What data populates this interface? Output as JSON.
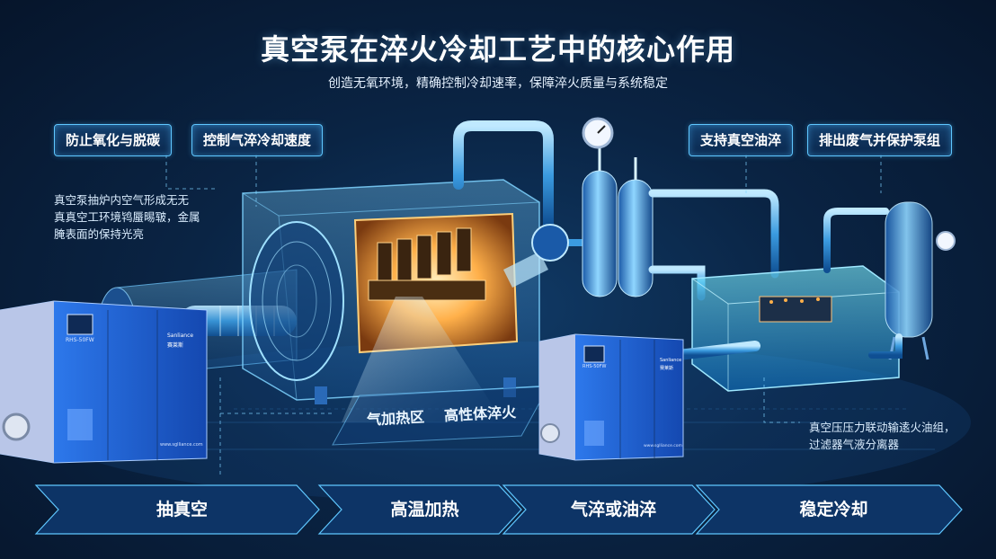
{
  "header": {
    "title": "真空泵在淬火冷却工艺中的核心作用",
    "subtitle": "创造无氧环境，精确控制冷却速率，保障淬火质量与系统稳定"
  },
  "tags": {
    "oxidation": "防止氧化与脱碳",
    "gas_speed": "控制气淬冷却速度",
    "oil_quench": "支持真空油淬",
    "exhaust": "排出废气并保护泵组"
  },
  "descriptions": {
    "left": [
      "真空泵抽炉内空气形成无无",
      "真真空工环境鸨蜃晹皲，金属",
      "腌表面的保持光亮"
    ],
    "right": [
      "真空压压力联动输逺火油组，",
      "过滤器气液分离器"
    ]
  },
  "furnace_labels": {
    "zone_a": "气加热区",
    "zone_b": "高性体淬火"
  },
  "pump_labels": {
    "brand": "Sanliance",
    "brand_cn": "赛莱斯",
    "model": "RHS-50FW",
    "website": "www.sglliance.com"
  },
  "steps": [
    {
      "label": "抽真空"
    },
    {
      "label": "高温加热"
    },
    {
      "label": "气淬或油淬"
    },
    {
      "label": "稳定冷却"
    }
  ],
  "colors": {
    "accent": "#5fc7ff",
    "glow_orange": "#ffb04a",
    "pump_blue": "#1f6fe0",
    "background": "#0a2444"
  }
}
